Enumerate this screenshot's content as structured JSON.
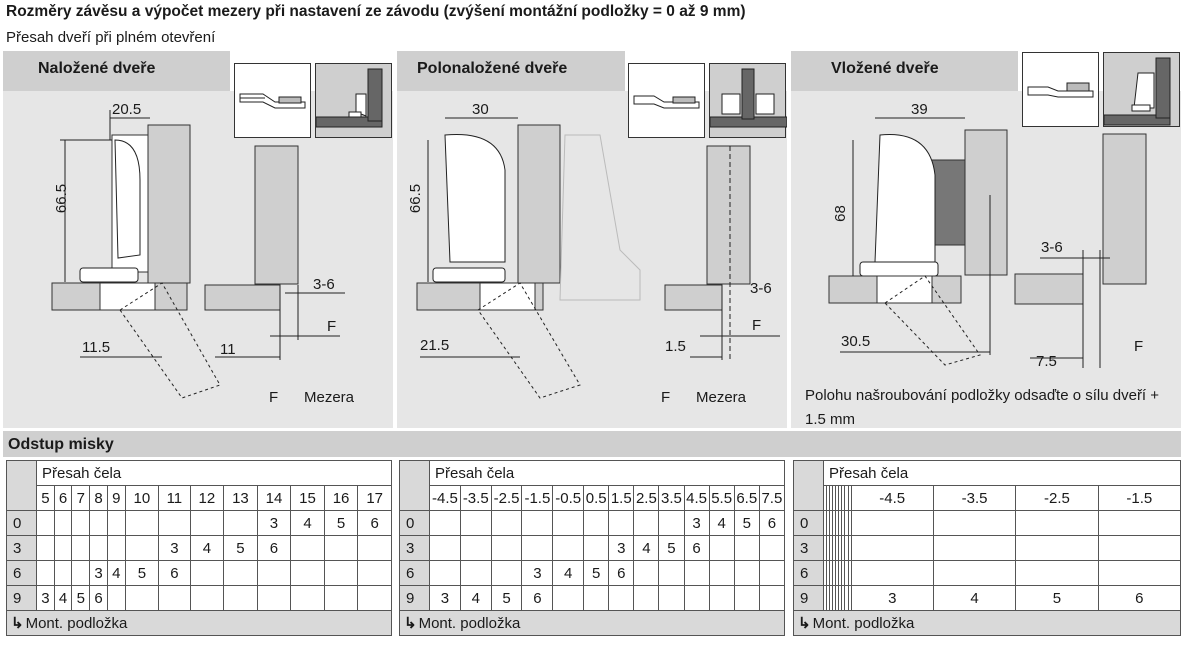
{
  "header": {
    "title": "Rozměry závěsu a výpočet mezery při nastavení ze závodu (zvýšení montážní podložky = 0 až 9 mm)",
    "subtitle": "Přesah dveří při plném otevření"
  },
  "panels": [
    {
      "title": "Naložené dveře",
      "dim_width": "20.5",
      "dim_height": "66.5",
      "dim_bottom": "11.5",
      "gap_range": "3-6",
      "dim_side": "11",
      "f_label": "F",
      "legend_f": "F",
      "legend_gap": "Mezera"
    },
    {
      "title": "Polonaložené dveře",
      "dim_width": "30",
      "dim_height": "66.5",
      "dim_bottom": "21.5",
      "gap_range": "3-6",
      "dim_side": "1.5",
      "f_label": "F",
      "legend_f": "F",
      "legend_gap": "Mezera"
    },
    {
      "title": "Vložené dveře",
      "dim_width": "39",
      "dim_height": "68",
      "dim_bottom": "30.5",
      "gap_range": "3-6",
      "dim_side": "7.5",
      "f_label": "F",
      "note": "Polohu našroubování podložky odsaďte o sílu dveří + 1.5 mm"
    }
  ],
  "section": {
    "title": "Odstup misky"
  },
  "tables": [
    {
      "header_label": "Přesah čela",
      "columns": [
        "5",
        "6",
        "7",
        "8",
        "9",
        "10",
        "11",
        "12",
        "13",
        "14",
        "15",
        "16",
        "17"
      ],
      "rows": [
        {
          "label": "0",
          "cells": [
            "",
            "",
            "",
            "",
            "",
            "",
            "",
            "",
            "",
            "3",
            "4",
            "5",
            "6"
          ]
        },
        {
          "label": "3",
          "cells": [
            "",
            "",
            "",
            "",
            "",
            "",
            "3",
            "4",
            "5",
            "6",
            "",
            "",
            ""
          ]
        },
        {
          "label": "6",
          "cells": [
            "",
            "",
            "",
            "3",
            "4",
            "5",
            "6",
            "",
            "",
            "",
            "",
            "",
            ""
          ]
        },
        {
          "label": "9",
          "cells": [
            "3",
            "4",
            "5",
            "6",
            "",
            "",
            "",
            "",
            "",
            "",
            "",
            "",
            ""
          ]
        }
      ],
      "footer": "Mont. podložka"
    },
    {
      "header_label": "Přesah čela",
      "columns": [
        "-4.5",
        "-3.5",
        "-2.5",
        "-1.5",
        "-0.5",
        "0.5",
        "1.5",
        "2.5",
        "3.5",
        "4.5",
        "5.5",
        "6.5",
        "7.5"
      ],
      "rows": [
        {
          "label": "0",
          "cells": [
            "",
            "",
            "",
            "",
            "",
            "",
            "",
            "",
            "",
            "3",
            "4",
            "5",
            "6"
          ]
        },
        {
          "label": "3",
          "cells": [
            "",
            "",
            "",
            "",
            "",
            "",
            "3",
            "4",
            "5",
            "6",
            "",
            "",
            ""
          ]
        },
        {
          "label": "6",
          "cells": [
            "",
            "",
            "",
            "3",
            "4",
            "5",
            "6",
            "",
            "",
            "",
            "",
            "",
            ""
          ]
        },
        {
          "label": "9",
          "cells": [
            "3",
            "4",
            "5",
            "6",
            "",
            "",
            "",
            "",
            "",
            "",
            "",
            "",
            ""
          ]
        }
      ],
      "footer": "Mont. podložka"
    },
    {
      "header_label": "Přesah čela",
      "columns": [
        "",
        "",
        "",
        "",
        "",
        "",
        "",
        "",
        "",
        "-4.5",
        "-3.5",
        "-2.5",
        "-1.5"
      ],
      "rows": [
        {
          "label": "0",
          "cells": [
            "",
            "",
            "",
            "",
            "",
            "",
            "",
            "",
            "",
            "",
            "",
            "",
            ""
          ]
        },
        {
          "label": "3",
          "cells": [
            "",
            "",
            "",
            "",
            "",
            "",
            "",
            "",
            "",
            "",
            "",
            "",
            ""
          ]
        },
        {
          "label": "6",
          "cells": [
            "",
            "",
            "",
            "",
            "",
            "",
            "",
            "",
            "",
            "",
            "",
            "",
            ""
          ]
        },
        {
          "label": "9",
          "cells": [
            "",
            "",
            "",
            "",
            "",
            "",
            "",
            "",
            "",
            "3",
            "4",
            "5",
            "6"
          ]
        }
      ],
      "footer": "Mont. podložka"
    }
  ],
  "icons": {
    "arrow": "corner-arrow-icon"
  }
}
